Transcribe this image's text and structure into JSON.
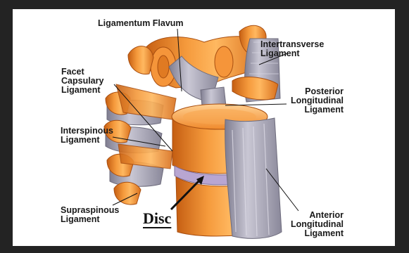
{
  "colors": {
    "background": "#232323",
    "panel": "#ffffff",
    "bone": "#f08a2c",
    "bone_dark": "#c55e12",
    "bone_light": "#ffc070",
    "ligament": "#9a98a8",
    "disc": "#b8a6d2",
    "pointer": "#111111"
  },
  "labels": {
    "ligamentum_flavum": "Ligamentum Flavum",
    "intertransverse": "Intertransverse\nLigament",
    "facet_capsular": "Facet\nCapsulary\nLigament",
    "posterior_longitudinal": "Posterior\nLongitudinal\nLigament",
    "interspinous": "Interspinous\nLigament",
    "supraspinous": "Supraspinous\nLigament",
    "anterior_longitudinal": "Anterior\nLongitudinal\nLigament",
    "disc": "Disc"
  }
}
